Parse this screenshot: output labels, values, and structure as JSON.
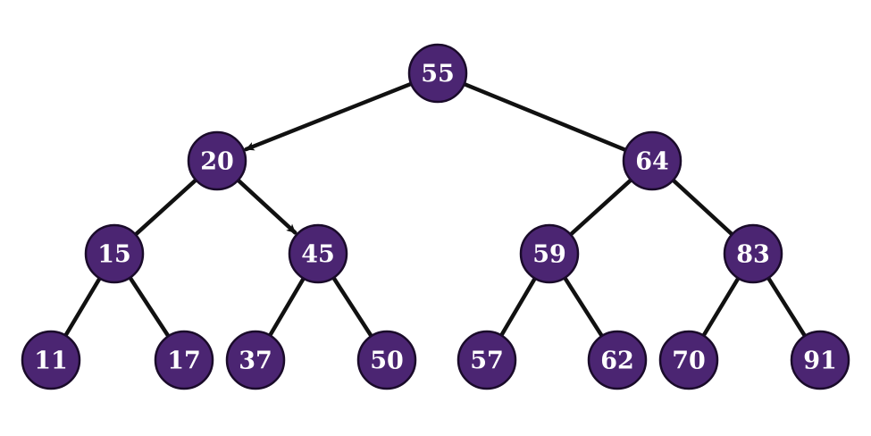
{
  "tree": {
    "colors": {
      "node_fill": "#4b2572",
      "node_stroke": "#1a0b2a",
      "label": "#ffffff",
      "edge": "#111111"
    },
    "nodes": [
      {
        "id": "n55",
        "label": "55"
      },
      {
        "id": "n20",
        "label": "20"
      },
      {
        "id": "n64",
        "label": "64"
      },
      {
        "id": "n15",
        "label": "15"
      },
      {
        "id": "n45",
        "label": "45"
      },
      {
        "id": "n59",
        "label": "59"
      },
      {
        "id": "n83",
        "label": "83"
      },
      {
        "id": "n11",
        "label": "11"
      },
      {
        "id": "n17",
        "label": "17"
      },
      {
        "id": "n37",
        "label": "37"
      },
      {
        "id": "n50",
        "label": "50"
      },
      {
        "id": "n57",
        "label": "57"
      },
      {
        "id": "n62",
        "label": "62"
      },
      {
        "id": "n70",
        "label": "70"
      },
      {
        "id": "n91",
        "label": "91"
      }
    ],
    "edges": [
      {
        "from": "n55",
        "to": "n20",
        "arrow": true
      },
      {
        "from": "n55",
        "to": "n64",
        "arrow": false
      },
      {
        "from": "n20",
        "to": "n15",
        "arrow": false
      },
      {
        "from": "n20",
        "to": "n45",
        "arrow": true
      },
      {
        "from": "n64",
        "to": "n59",
        "arrow": false
      },
      {
        "from": "n64",
        "to": "n83",
        "arrow": false
      },
      {
        "from": "n15",
        "to": "n11",
        "arrow": false
      },
      {
        "from": "n15",
        "to": "n17",
        "arrow": false
      },
      {
        "from": "n45",
        "to": "n37",
        "arrow": false
      },
      {
        "from": "n45",
        "to": "n50",
        "arrow": false
      },
      {
        "from": "n59",
        "to": "n57",
        "arrow": false
      },
      {
        "from": "n59",
        "to": "n62",
        "arrow": false
      },
      {
        "from": "n83",
        "to": "n70",
        "arrow": false
      },
      {
        "from": "n83",
        "to": "n91",
        "arrow": false
      }
    ]
  }
}
